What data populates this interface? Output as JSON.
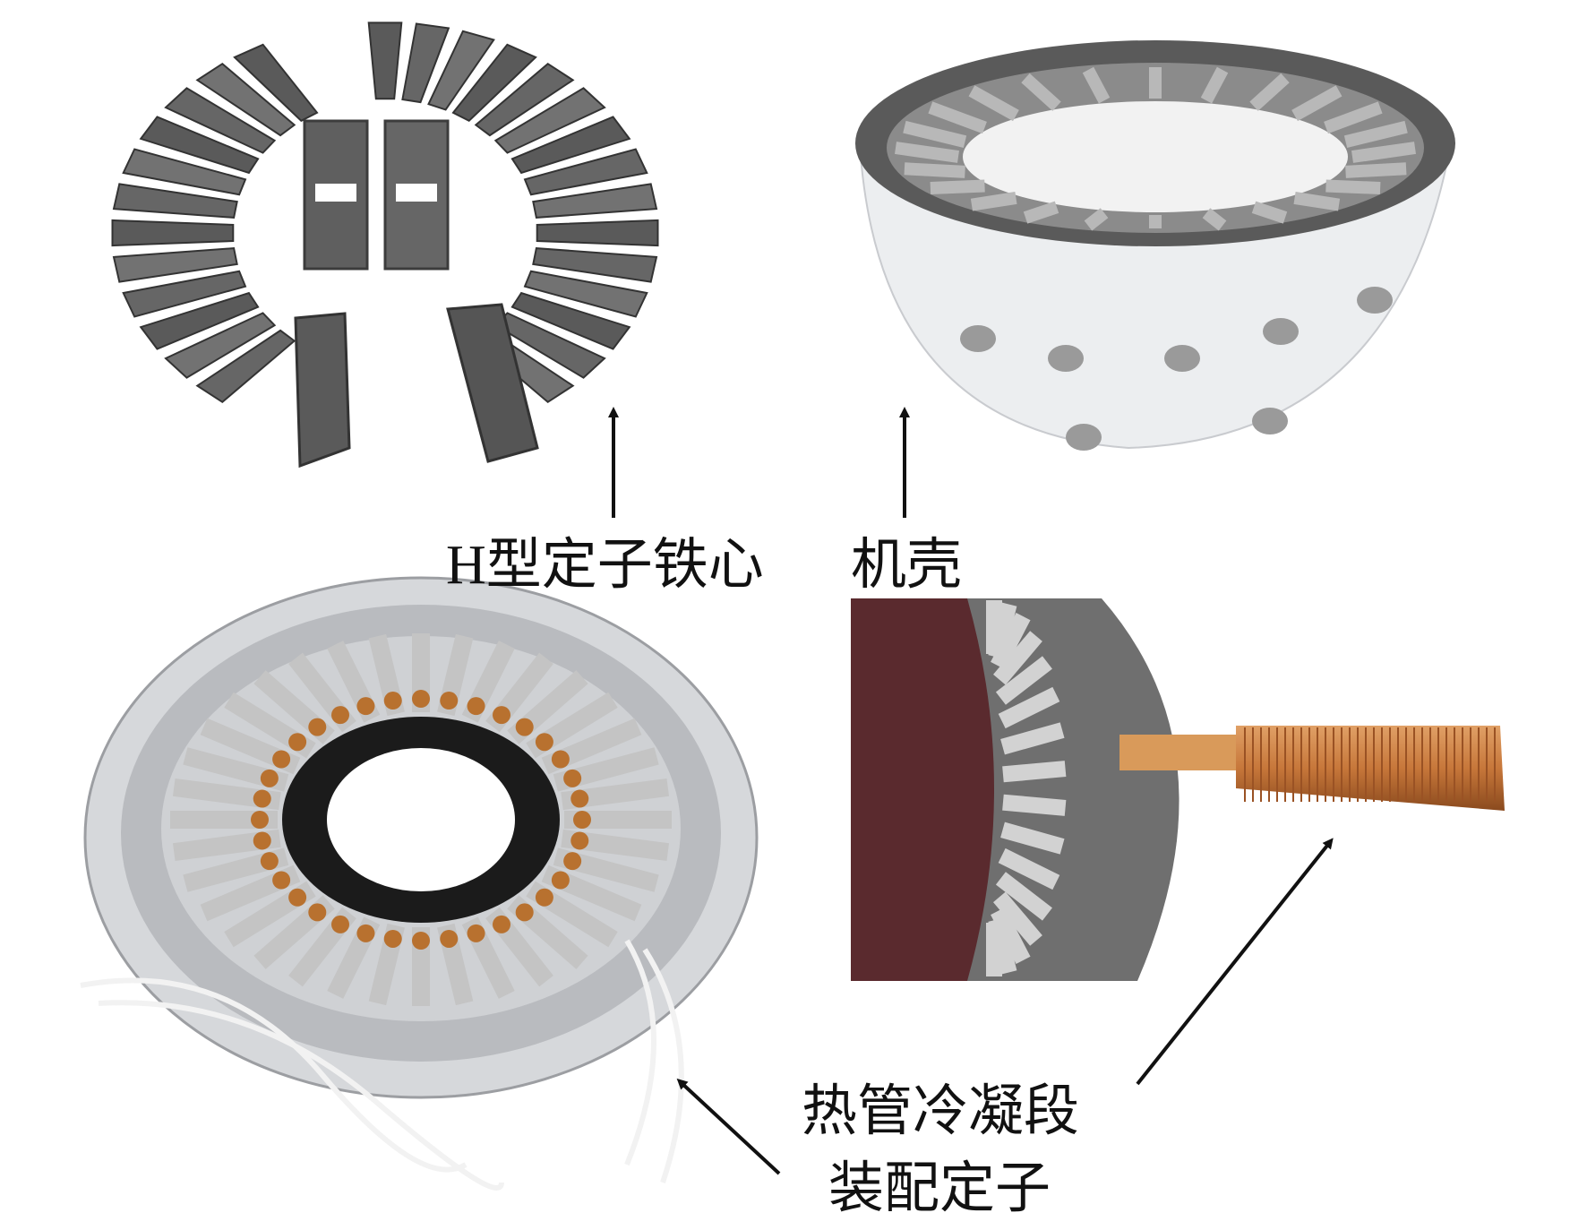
{
  "labels": {
    "h_core": "H型定子铁心",
    "housing": "机壳",
    "heat_pipe": "热管冷凝段",
    "stator": "装配定子"
  },
  "photos": {
    "h_core_photo": "H-type stator core segments",
    "housing_photo": "motor housing",
    "stator_photo": "assembled stator",
    "cutaway_photo": "housing cutaway with heat pipe"
  },
  "colors": {
    "core_gray": "#6e6e6e",
    "housing_white": "#e9eaec",
    "copper": "#c7773a",
    "arrow": "#111111"
  }
}
